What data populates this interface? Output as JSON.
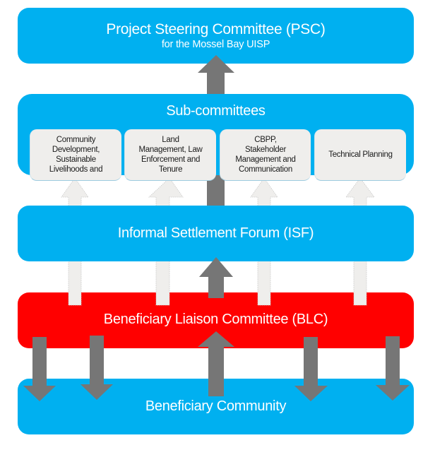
{
  "diagram": {
    "type": "organizational-flow",
    "colors": {
      "committee_blue": "#00b0f0",
      "blc_red": "#ff0000",
      "subcommittee_fill": "#efeeec",
      "arrow_dark": "#767676",
      "arrow_light": "#efeeec",
      "text_light": "#ffffff",
      "text_dark": "#1a1a1a"
    },
    "psc": {
      "title": "Project Steering Committee (PSC)",
      "subtitle": "for the Mossel Bay UISP"
    },
    "subcommittees": {
      "title": "Sub-committees",
      "items": [
        {
          "lines": [
            "Community",
            "Development,",
            "Sustainable",
            "Livelihoods and"
          ]
        },
        {
          "lines": [
            "Land",
            "Management, Law",
            "Enforcement and",
            "Tenure"
          ]
        },
        {
          "lines": [
            "CBPP,",
            "Stakeholder",
            "Management and",
            "Communication"
          ]
        },
        {
          "lines": [
            "Technical Planning"
          ]
        }
      ]
    },
    "isf": {
      "title": "Informal Settlement Forum (ISF)"
    },
    "blc": {
      "title": "Beneficiary Liaison Committee (BLC)"
    },
    "community": {
      "title": "Beneficiary Community"
    },
    "flows": [
      {
        "from": "Informal Settlement Forum (ISF)",
        "to": "Project Steering Committee (PSC)",
        "style": "dark",
        "direction": "up"
      },
      {
        "from": "Beneficiary Liaison Committee (BLC)",
        "to": "Sub-committees: Community Development, Sustainable Livelihoods and",
        "style": "light",
        "direction": "up"
      },
      {
        "from": "Beneficiary Liaison Committee (BLC)",
        "to": "Sub-committees: Land Management, Law Enforcement and Tenure",
        "style": "light",
        "direction": "up"
      },
      {
        "from": "Beneficiary Liaison Committee (BLC)",
        "to": "Sub-committees: CBPP, Stakeholder Management and Communication",
        "style": "light",
        "direction": "up"
      },
      {
        "from": "Beneficiary Liaison Committee (BLC)",
        "to": "Sub-committees: Technical Planning",
        "style": "light",
        "direction": "up"
      },
      {
        "from": "Beneficiary Liaison Committee (BLC)",
        "to": "Informal Settlement Forum (ISF)",
        "style": "dark",
        "direction": "up"
      },
      {
        "from": "Beneficiary Community",
        "to": "Beneficiary Liaison Committee (BLC)",
        "style": "dark",
        "direction": "up"
      },
      {
        "from": "Beneficiary Liaison Committee (BLC)",
        "to": "Beneficiary Community",
        "style": "dark",
        "direction": "down",
        "count": 4
      }
    ]
  }
}
